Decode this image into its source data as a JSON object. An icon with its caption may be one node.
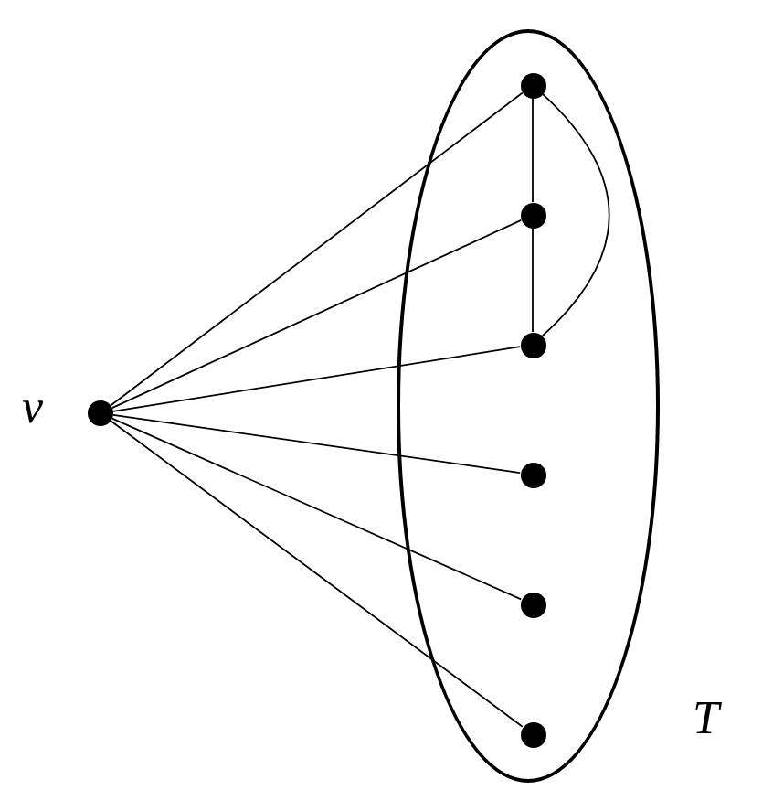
{
  "diagram": {
    "nodes": [
      {
        "text": [
          "T"
        ]
      },
      {
        "text": [],
        "shape": "circle",
        "beside": [
          "v"
        ]
      },
      {
        "text": [],
        "shape": "circle",
        "in": 0
      },
      {
        "text": [],
        "shape": "circle",
        "in": 0
      },
      {
        "text": [],
        "shape": "circle",
        "in": 0
      },
      {
        "text": [],
        "shape": "circle",
        "in": 0
      },
      {
        "text": [],
        "shape": "circle",
        "in": 0
      },
      {
        "text": [],
        "shape": "circle",
        "in": 0
      }
    ],
    "edges": [
      {
        "from": 1,
        "to": 2,
        "arrow": "none"
      },
      {
        "from": 1,
        "to": 3,
        "arrow": "none"
      },
      {
        "from": 1,
        "to": 4,
        "arrow": "none"
      },
      {
        "from": 1,
        "to": 5,
        "arrow": "none"
      },
      {
        "from": 1,
        "to": 6,
        "arrow": "none"
      },
      {
        "from": 1,
        "to": 7,
        "arrow": "none"
      },
      {
        "from": 2,
        "to": 3,
        "arrow": "none"
      },
      {
        "from": 3,
        "to": 4,
        "arrow": "none"
      },
      {
        "from": 2,
        "to": 4,
        "arrow": "none"
      }
    ]
  }
}
